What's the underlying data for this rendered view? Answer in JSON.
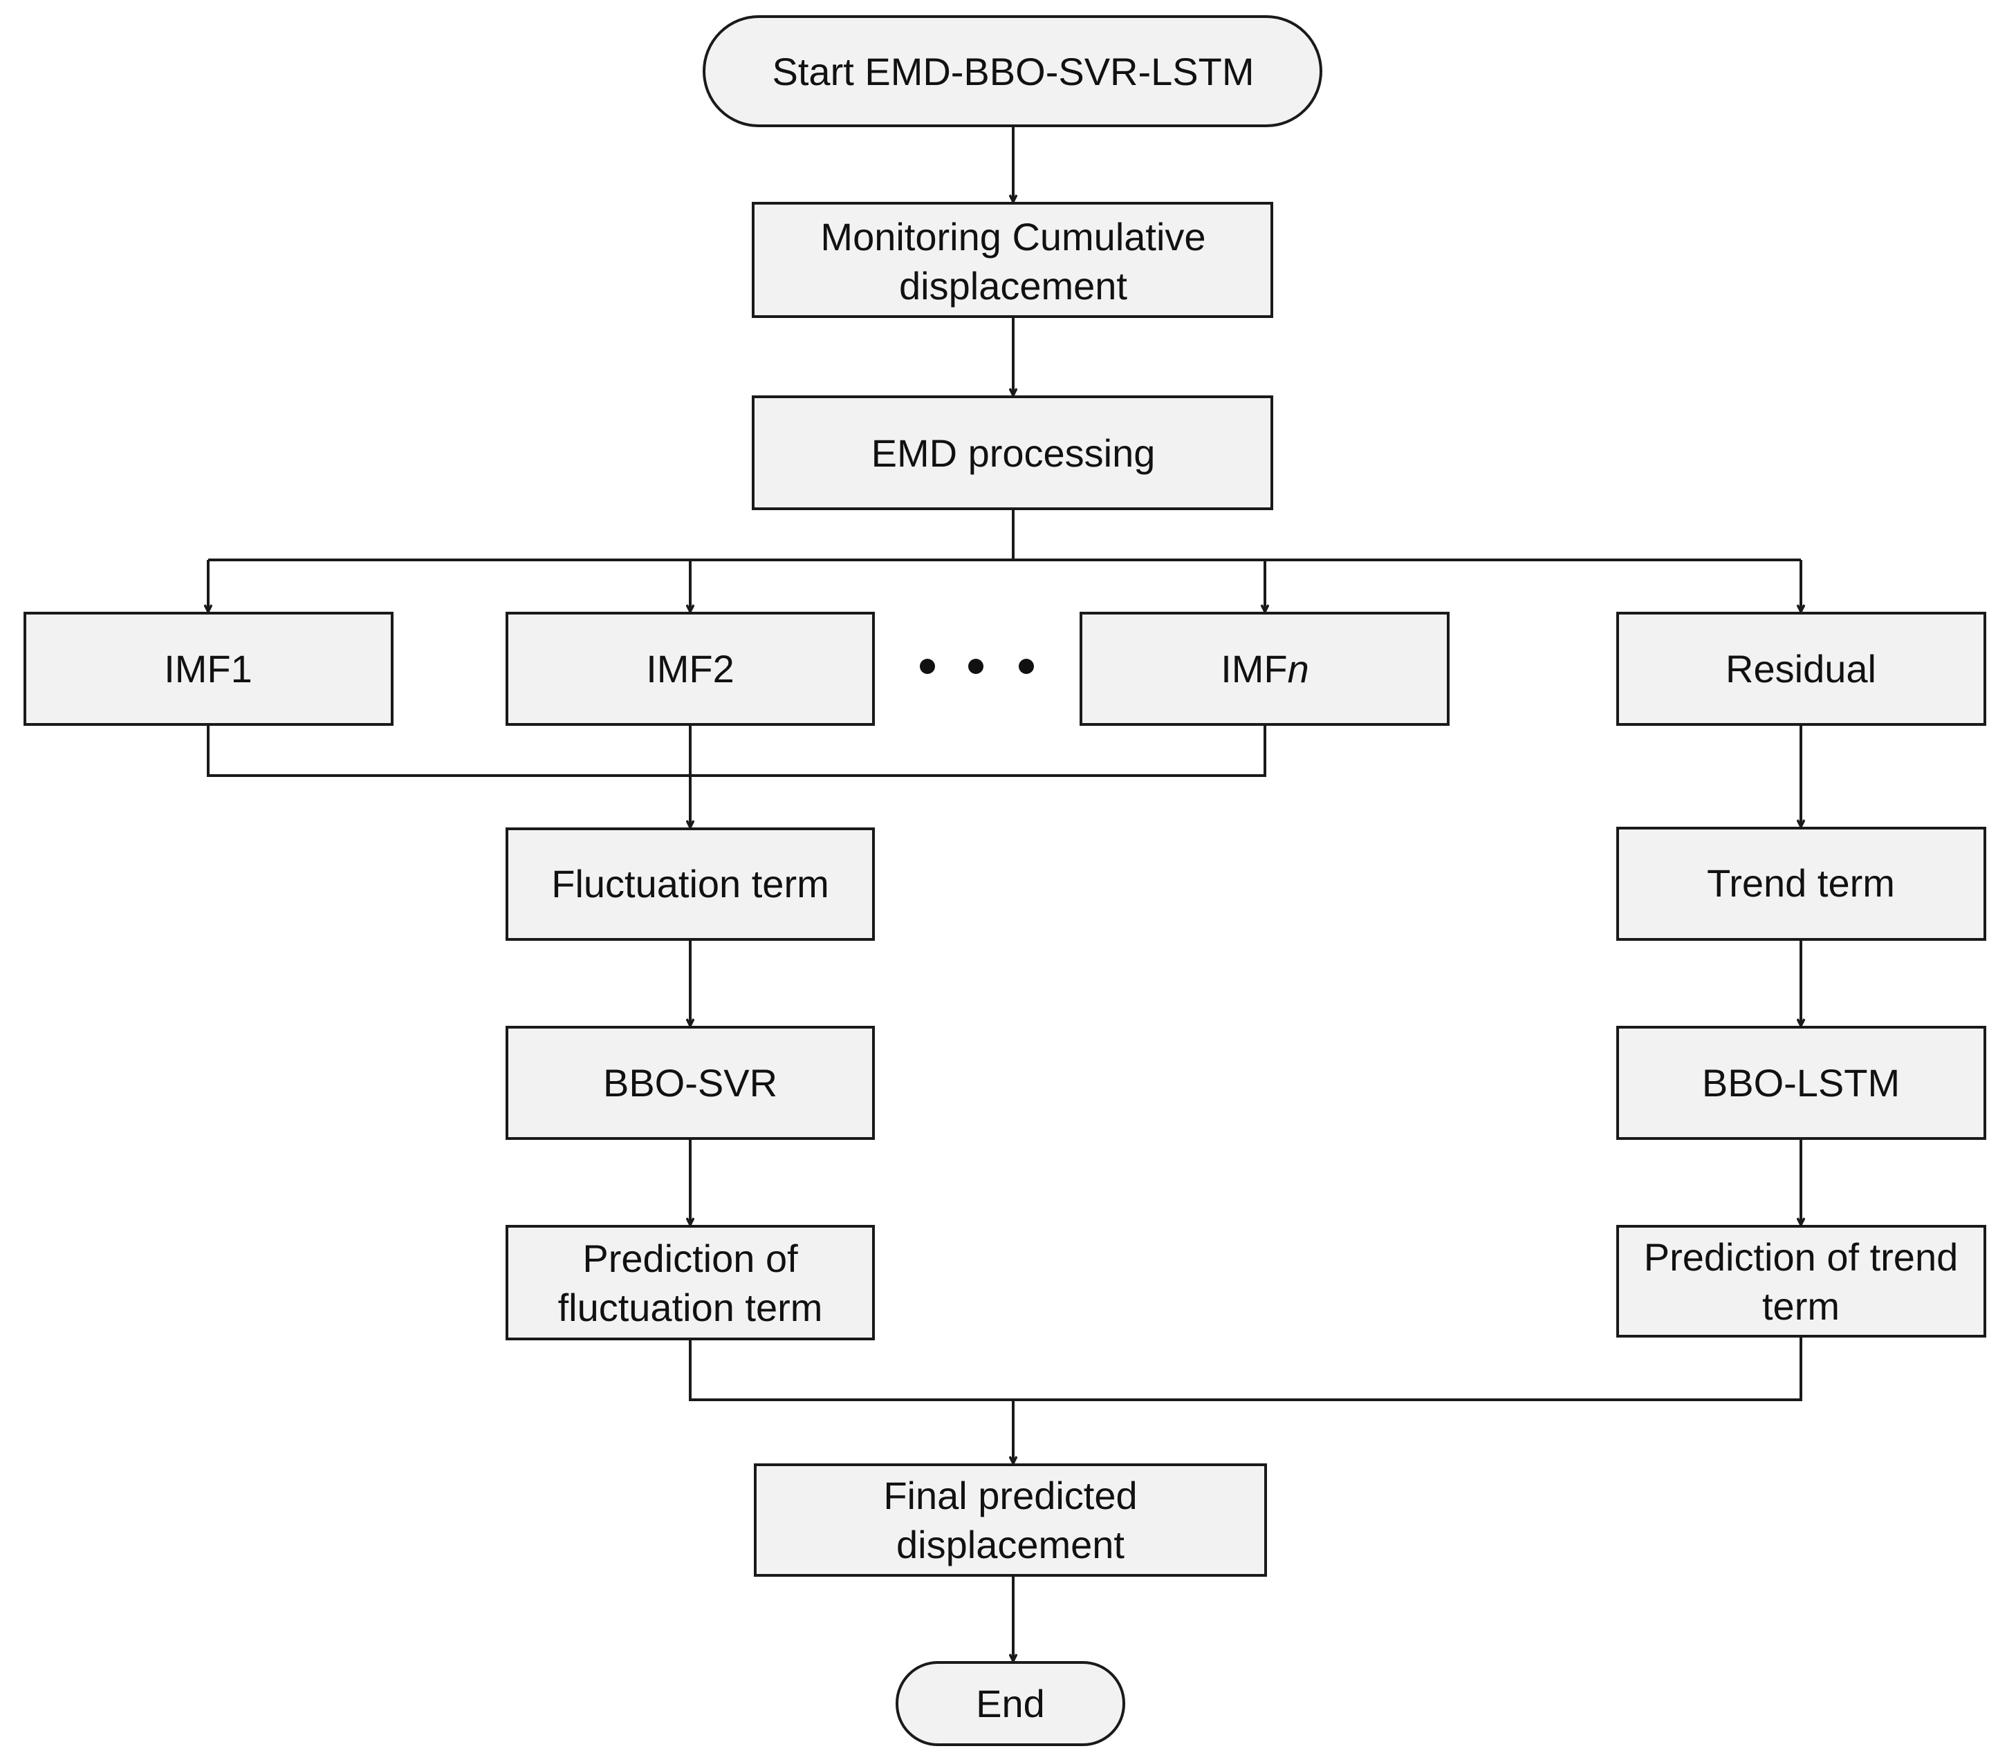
{
  "nodes": {
    "start": "Start EMD-BBO-SVR-LSTM",
    "monitoring": [
      "Monitoring Cumulative",
      "displacement"
    ],
    "emd": "EMD processing",
    "imf1": "IMF1",
    "imf2": "IMF2",
    "imfn": {
      "base": "IMF",
      "italic": "n"
    },
    "residual": "Residual",
    "fluctuation": "Fluctuation term",
    "trend": "Trend term",
    "bbo_svr": "BBO-SVR",
    "bbo_lstm": "BBO-LSTM",
    "pred_fluct": [
      "Prediction of",
      "fluctuation term"
    ],
    "pred_trend": [
      "Prediction of trend",
      "term"
    ],
    "final": [
      "Final predicted",
      "displacement"
    ],
    "end": "End"
  },
  "ellipsis_dots": 3,
  "colors": {
    "box_fill": "#f2f2f2",
    "stroke": "#1a1a1a",
    "text": "#111111"
  }
}
